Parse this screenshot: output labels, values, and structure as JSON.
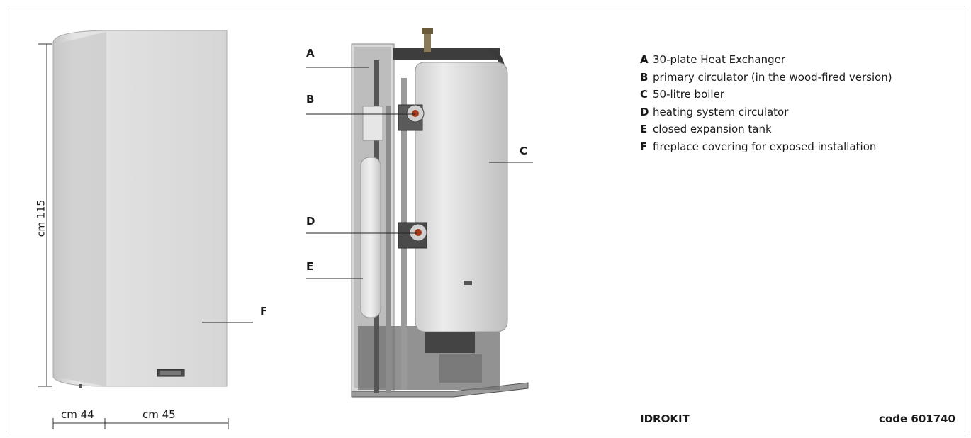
{
  "dimensions": {
    "height": "cm 115",
    "depth": "cm 44",
    "width": "cm 45"
  },
  "callouts": [
    "A",
    "B",
    "C",
    "D",
    "E",
    "F"
  ],
  "legend": [
    {
      "key": "A",
      "text": "30-plate Heat Exchanger"
    },
    {
      "key": "B",
      "text": "primary circulator (in the wood-fired version)"
    },
    {
      "key": "C",
      "text": "50-litre boiler"
    },
    {
      "key": "D",
      "text": "heating system circulator"
    },
    {
      "key": "E",
      "text": "closed expansion tank"
    },
    {
      "key": "F",
      "text": "fireplace covering for exposed installation"
    }
  ],
  "product_name": "IDROKIT",
  "product_code": "code 601740"
}
